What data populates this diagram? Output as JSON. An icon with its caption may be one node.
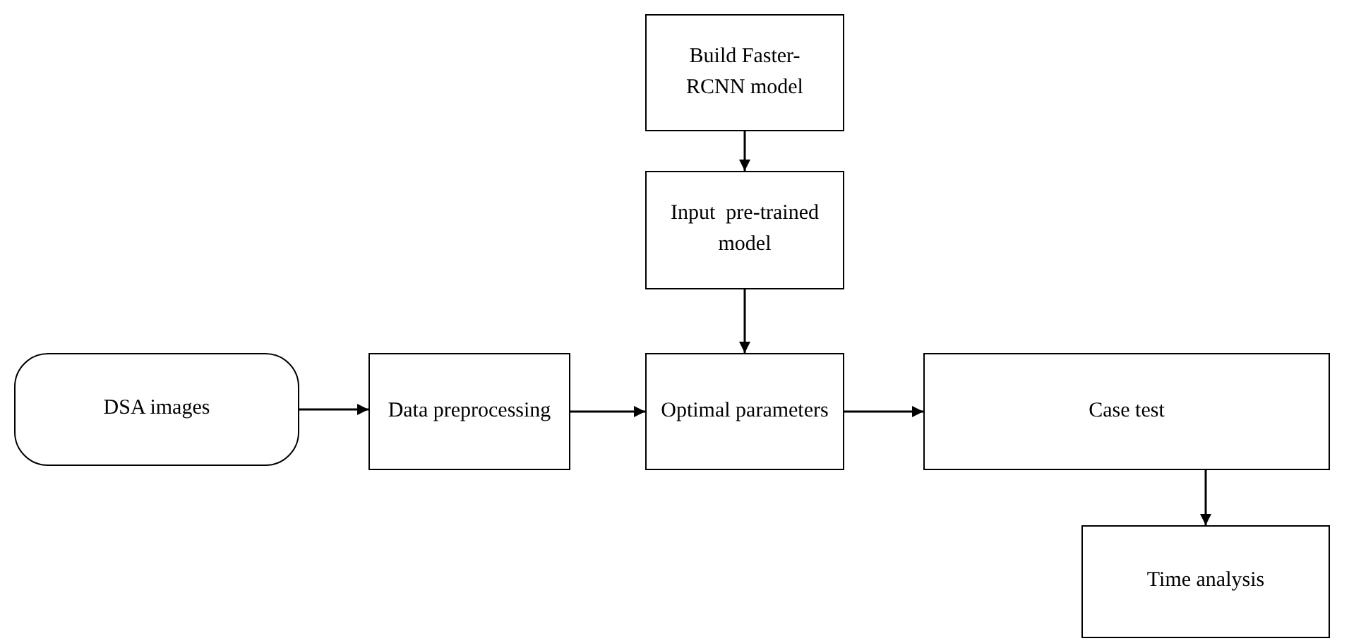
{
  "diagram": {
    "nodes": [
      {
        "text": [
          "DSA images"
        ]
      },
      {
        "text": [
          "Data preprocessing"
        ]
      },
      {
        "text": [
          "Optimal parameters"
        ]
      },
      {
        "text": [
          "Build Faster-RCNN model"
        ]
      },
      {
        "text": [
          "Input  pre-trained model"
        ]
      },
      {
        "text": [
          "Case test"
        ]
      },
      {
        "text": [
          "Time analysis"
        ]
      }
    ],
    "edges": [
      {
        "from": 0,
        "to": 1,
        "arrow": "to"
      },
      {
        "from": 1,
        "to": 2,
        "arrow": "to"
      },
      {
        "from": 3,
        "to": 4,
        "arrow": "to"
      },
      {
        "from": 4,
        "to": 2,
        "arrow": "to"
      },
      {
        "from": 2,
        "to": 5,
        "arrow": "to"
      },
      {
        "from": 5,
        "to": 6,
        "arrow": "to"
      }
    ]
  }
}
